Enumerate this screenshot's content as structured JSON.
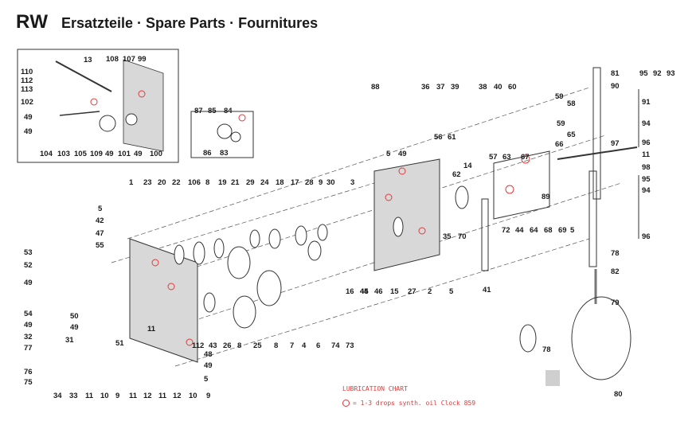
{
  "header": {
    "brand": "RW",
    "title": "Ersatzteile · Spare Parts · Fournitures"
  },
  "lubrication": {
    "title": "LUBRICATION CHART",
    "legend": "= 1-3 drops synth. oil Clock 859",
    "marker_color": "#e03a3a"
  },
  "colors": {
    "plate_fill": "#d8d8d8",
    "line": "#2a2a2a",
    "accent": "#e03a3a"
  },
  "part_numbers": {
    "inset": [
      "13",
      "110",
      "112",
      "113",
      "108",
      "107",
      "99",
      "102",
      "49",
      "49",
      "104",
      "103",
      "105",
      "109",
      "49",
      "101",
      "49",
      "100"
    ],
    "small_inset": [
      "87",
      "85",
      "84",
      "86",
      "83"
    ],
    "top_row": [
      "1",
      "23",
      "20",
      "22",
      "106",
      "8",
      "19",
      "21",
      "29",
      "24",
      "18",
      "17",
      "28",
      "9",
      "30",
      "3"
    ],
    "left_column": [
      "5",
      "42",
      "47",
      "55",
      "53",
      "52",
      "49",
      "54",
      "49",
      "50",
      "49",
      "32",
      "77",
      "76",
      "75"
    ],
    "bottom_row": [
      "34",
      "33",
      "11",
      "10",
      "9",
      "11",
      "12",
      "11",
      "12",
      "10",
      "9"
    ],
    "lower_middle": [
      "51",
      "112",
      "43",
      "26",
      "8",
      "25",
      "8",
      "7",
      "4",
      "6",
      "74",
      "73",
      "16",
      "44",
      "45",
      "46",
      "15",
      "27",
      "2",
      "5",
      "11",
      "48",
      "49",
      "5",
      "31"
    ],
    "rear_plate": [
      "5",
      "49",
      "88",
      "36",
      "37",
      "39",
      "38",
      "40",
      "60",
      "59",
      "58",
      "56",
      "61",
      "62",
      "14",
      "57",
      "63",
      "67",
      "59",
      "65",
      "66",
      "89",
      "72",
      "44",
      "64",
      "68",
      "69",
      "5",
      "35",
      "70",
      "41"
    ],
    "right_side": [
      "81",
      "95",
      "92",
      "93",
      "90",
      "91",
      "94",
      "97",
      "96",
      "11",
      "98",
      "95",
      "94",
      "96",
      "78",
      "82",
      "79",
      "78",
      "80"
    ]
  }
}
